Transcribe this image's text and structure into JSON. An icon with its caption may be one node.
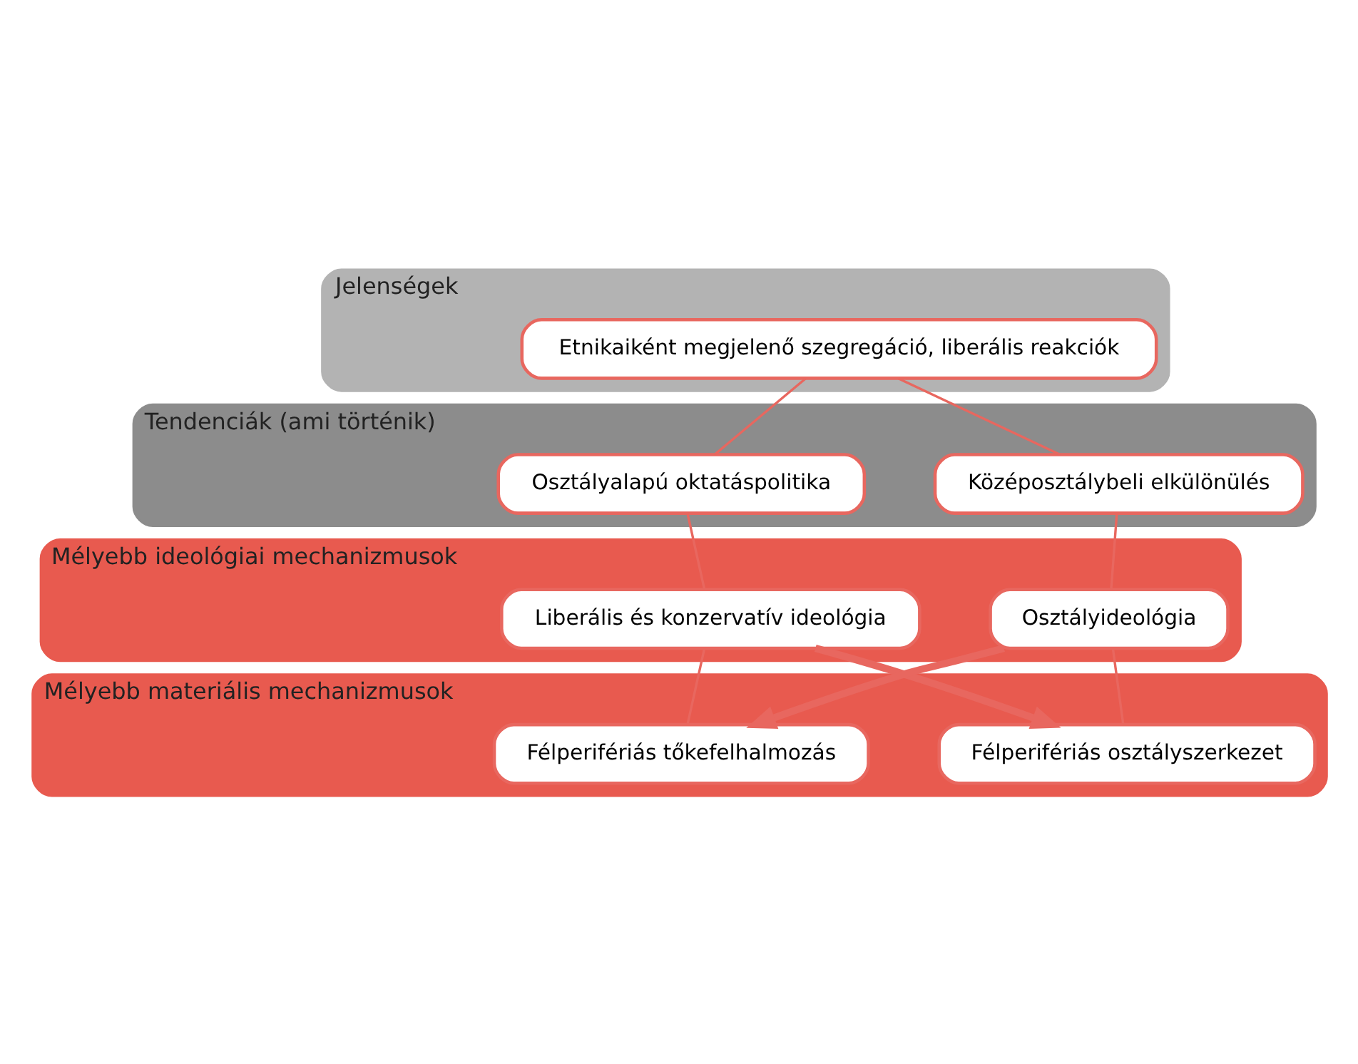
{
  "diagram": {
    "nodes": [
      {
        "text": [
          "Jelenségek"
        ]
      },
      {
        "text": [
          "Etnikaiként megjelenő szegregáció, liberális reakciók"
        ],
        "in": 0
      },
      {
        "text": [
          "Tendenciák (ami történik)"
        ]
      },
      {
        "text": [
          "Osztályalapú oktatáspolitika"
        ],
        "in": 2
      },
      {
        "text": [
          "Középosztálybeli elkülönülés"
        ],
        "in": 2
      },
      {
        "text": [
          "Mélyebb ideológiai mechanizmusok"
        ]
      },
      {
        "text": [
          "Liberális és konzervatív ideológia"
        ],
        "in": 5
      },
      {
        "text": [
          "Osztályideológia"
        ],
        "in": 5
      },
      {
        "text": [
          "Mélyebb materiális mechanizmusok"
        ]
      },
      {
        "text": [
          "Félperifériás tőkefelhalmozás"
        ],
        "in": 8
      },
      {
        "text": [
          "Félperifériás osztályszerkezet"
        ],
        "in": 8
      }
    ],
    "edges": [
      {
        "from": 1,
        "to": 3,
        "arrow": "none"
      },
      {
        "from": 1,
        "to": 4,
        "arrow": "none"
      },
      {
        "from": 3,
        "to": 6,
        "arrow": "none"
      },
      {
        "from": 4,
        "to": 7,
        "arrow": "none"
      },
      {
        "from": 6,
        "to": 9,
        "arrow": "none"
      },
      {
        "from": 7,
        "to": 10,
        "arrow": "none"
      },
      {
        "from": 6,
        "to": 10,
        "arrow": "to",
        "style": "thick"
      },
      {
        "from": 7,
        "to": 9,
        "arrow": "to",
        "style": "thick"
      }
    ]
  }
}
